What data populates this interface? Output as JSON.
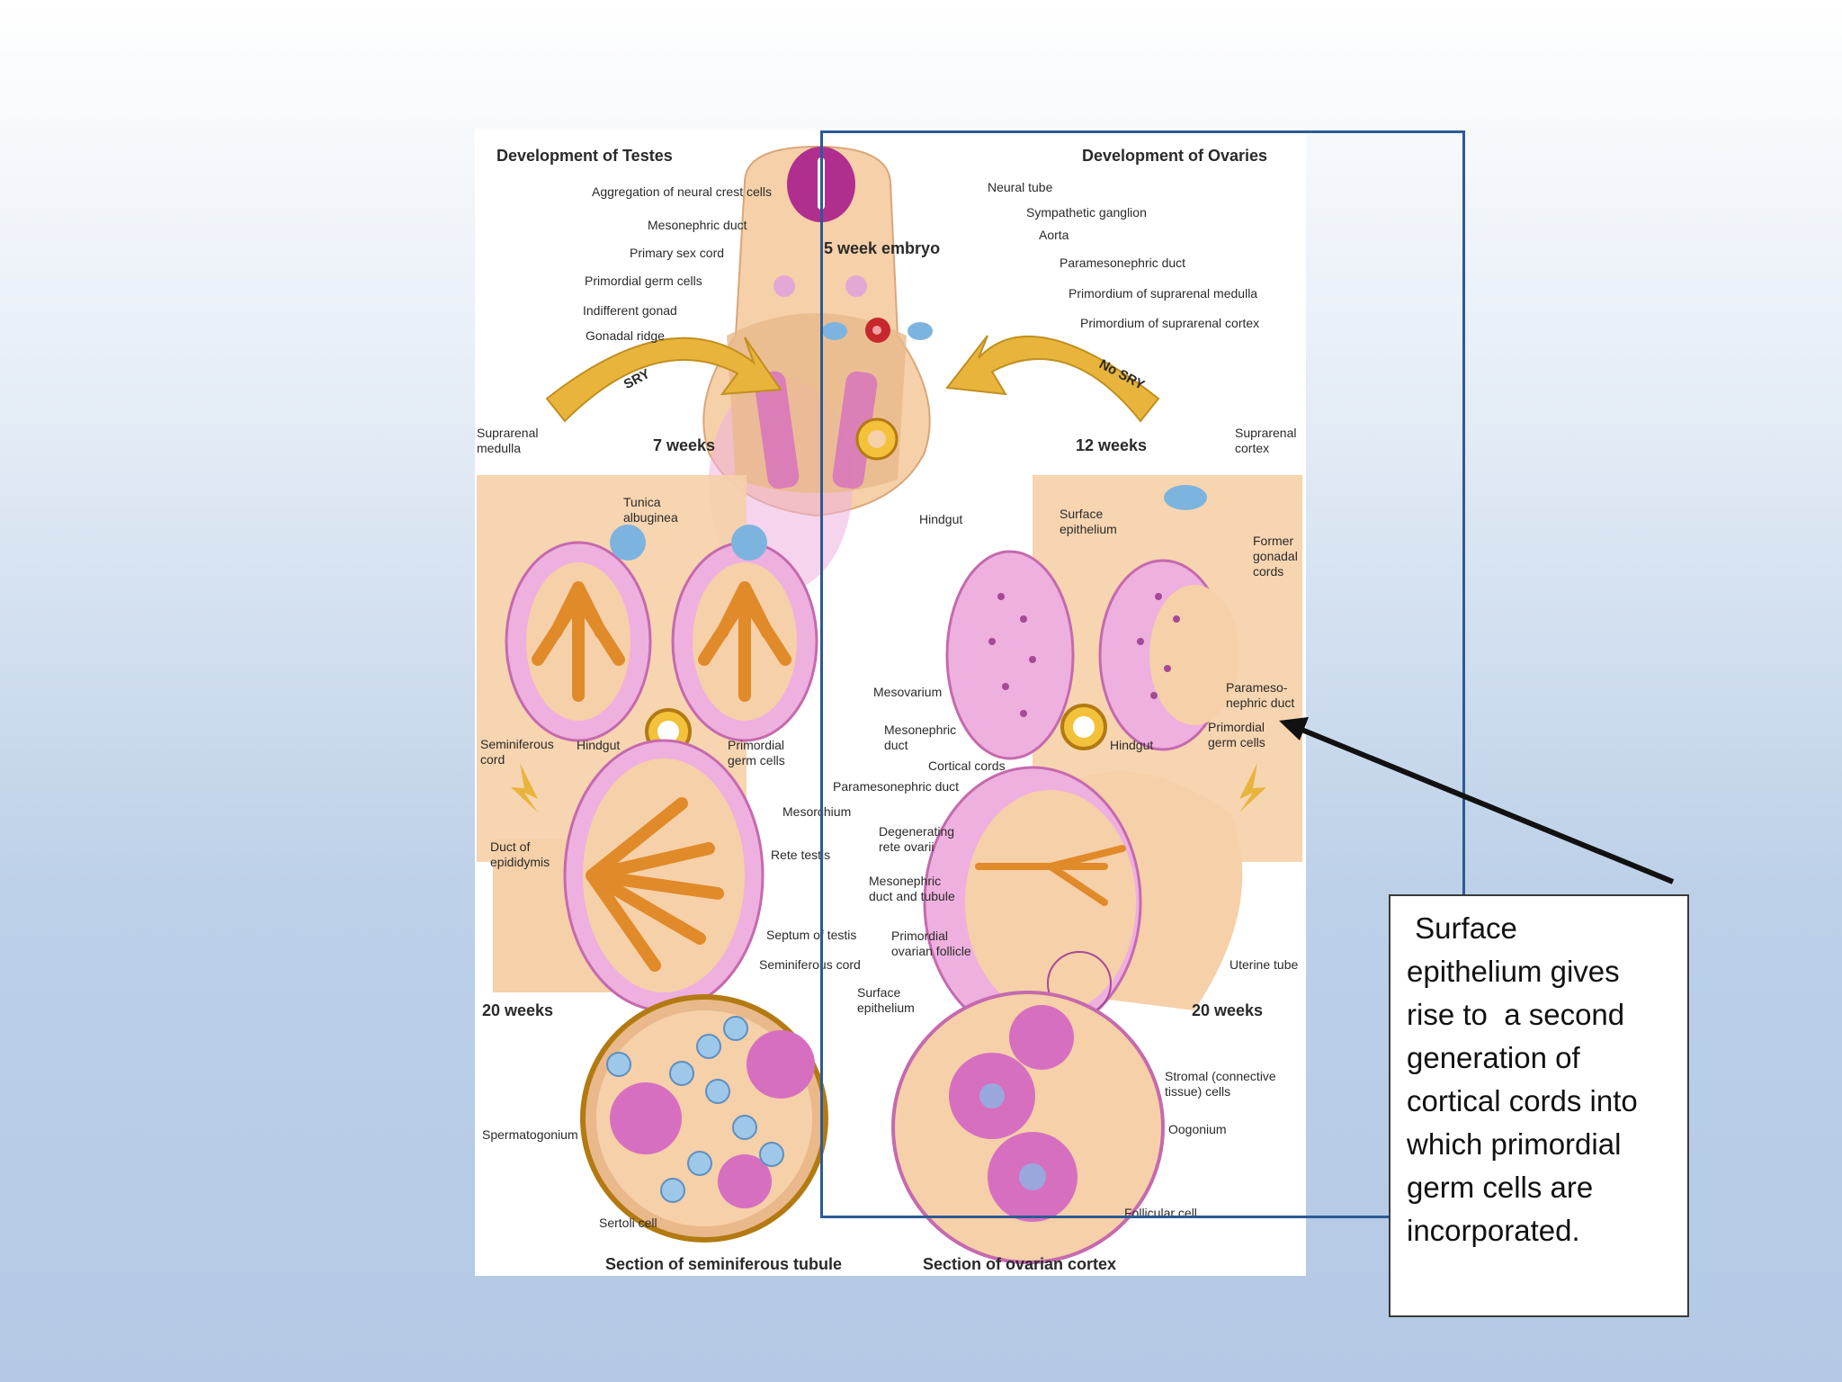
{
  "figure": {
    "headers": {
      "testes": "Development of Testes",
      "ovaries": "Development of Ovaries",
      "embryo": "5 week embryo",
      "sry": "SRY",
      "no_sry": "No SRY",
      "weeks7": "7 weeks",
      "weeks12": "12 weeks",
      "weeks20_left": "20 weeks",
      "weeks20_right": "20 weeks",
      "section_tubule": "Section of seminiferous tubule",
      "section_cortex": "Section of ovarian cortex"
    },
    "labels": {
      "neural_crest": "Aggregation of neural crest cells",
      "mesonephric_duct_top": "Mesonephric duct",
      "primary_sex_cord": "Primary sex cord",
      "primordial_germ_top": "Primordial germ cells",
      "indifferent_gonad": "Indifferent gonad",
      "gonadal_ridge": "Gonadal ridge",
      "neural_tube": "Neural tube",
      "sympathetic_ganglion": "Sympathetic ganglion",
      "aorta": "Aorta",
      "paramesonephric_top": "Paramesonephric duct",
      "primordium_medulla": "Primordium of suprarenal medulla",
      "primordium_cortex": "Primordium of suprarenal cortex",
      "suprarenal_medulla": "Suprarenal\nmedulla",
      "suprarenal_cortex": "Suprarenal\ncortex",
      "tunica_albuginea": "Tunica\nalbuginea",
      "hindgut_center": "Hindgut",
      "surface_epithelium_mid": "Surface\nepithelium",
      "former_gonadal_cords": "Former\ngonadal\ncords",
      "mesovarium": "Mesovarium",
      "parameso_right": "Parameso-\nnephric duct",
      "primordial_germ_right": "Primordial\ngerm cells",
      "seminiferous_cord_left": "Seminiferous\ncord",
      "hindgut_left": "Hindgut",
      "primordial_germ_left": "Primordial\ngerm cells",
      "mesonephric_duct_mid": "Mesonephric\nduct",
      "cortical_cords": "Cortical cords",
      "hindgut_right": "Hindgut",
      "paramesonephric_mid": "Paramesonephric duct",
      "mesorchium": "Mesorchium",
      "duct_epididymis": "Duct of\nepididymis",
      "rete_testis": "Rete testis",
      "degenerating_rete": "Degenerating\nrete ovarii",
      "mesonephric_tubule": "Mesonephric\nduct and tubule",
      "septum_testis": "Septum of testis",
      "primordial_follicle": "Primordial\novarian follicle",
      "seminiferous_cord_low": "Seminiferous cord",
      "uterine_tube": "Uterine tube",
      "surface_epithelium_low": "Surface\nepithelium",
      "stromal_cells": "Stromal (connective\ntissue) cells",
      "spermatogonium": "Spermatogonium",
      "oogonium": "Oogonium",
      "sertoli_cell": "Sertoli cell",
      "follicular_cell": "Follicular cell"
    }
  },
  "callout": {
    "text": " Surface\nepithelium gives\nrise to  a second\ngeneration of\ncortical cords into\nwhich primordial\ngerm cells are\nincorporated."
  },
  "colors": {
    "tissue": "#f6d0a8",
    "tissue_dark": "#e9b98b",
    "pink": "#d76fc0",
    "pink_light": "#eeb0df",
    "orange": "#e08a2a",
    "gold_arrow": "#e8b43c",
    "frame": "#2c5a95"
  }
}
